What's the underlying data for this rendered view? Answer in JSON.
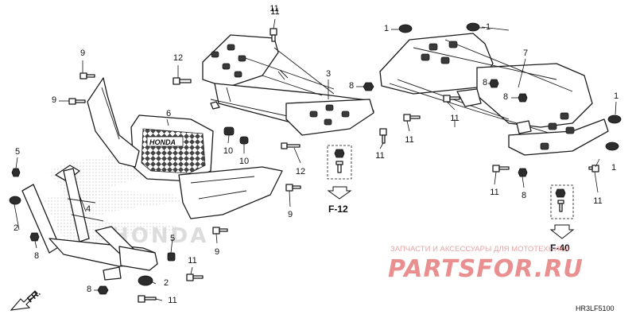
{
  "diagram": {
    "callouts": [
      {
        "id": "c11a",
        "label": "11"
      },
      {
        "id": "c12a",
        "label": "12"
      },
      {
        "id": "c9a",
        "label": "9"
      },
      {
        "id": "c9b",
        "label": "9"
      },
      {
        "id": "c6",
        "label": "6"
      },
      {
        "id": "c3",
        "label": "3"
      },
      {
        "id": "c8a",
        "label": "8"
      },
      {
        "id": "c1a",
        "label": "1"
      },
      {
        "id": "c1b",
        "label": "1"
      },
      {
        "id": "c7",
        "label": "7"
      },
      {
        "id": "c8b",
        "label": "8"
      },
      {
        "id": "c8c",
        "label": "8"
      },
      {
        "id": "c11b",
        "label": "11"
      },
      {
        "id": "c1c",
        "label": "1"
      },
      {
        "id": "c11c",
        "label": "11"
      },
      {
        "id": "c11d",
        "label": "11"
      },
      {
        "id": "c10a",
        "label": "10"
      },
      {
        "id": "c10b",
        "label": "10"
      },
      {
        "id": "c12b",
        "label": "12"
      },
      {
        "id": "c11e",
        "label": "11"
      },
      {
        "id": "c5a",
        "label": "5"
      },
      {
        "id": "c4",
        "label": "4"
      },
      {
        "id": "c2a",
        "label": "2"
      },
      {
        "id": "c8d",
        "label": "8"
      },
      {
        "id": "c9c",
        "label": "9"
      },
      {
        "id": "c9d",
        "label": "9"
      },
      {
        "id": "c1d",
        "label": "1"
      },
      {
        "id": "c11f",
        "label": "11"
      },
      {
        "id": "c8e",
        "label": "8"
      },
      {
        "id": "c11g",
        "label": "11"
      },
      {
        "id": "c5b",
        "label": "5"
      },
      {
        "id": "c11h",
        "label": "11"
      },
      {
        "id": "c2b",
        "label": "2"
      },
      {
        "id": "c8f",
        "label": "8"
      },
      {
        "id": "c11i",
        "label": "11"
      }
    ],
    "references": [
      {
        "id": "f12",
        "label": "F-12"
      },
      {
        "id": "f40",
        "label": "F-40"
      }
    ],
    "front_marker": "FR.",
    "brand_on_grille": "HONDA",
    "diagram_code": "HR3LF5100"
  },
  "watermark": {
    "line": "ЗАПЧАСТИ И АКСЕССУАРЫ ДЛЯ МОТОТЕХНИКИ",
    "logo": "PARTSFOR.RU",
    "color": "#e38c8c"
  },
  "colors": {
    "line": "#1b1b1b",
    "watermark": "#e38c8c"
  }
}
